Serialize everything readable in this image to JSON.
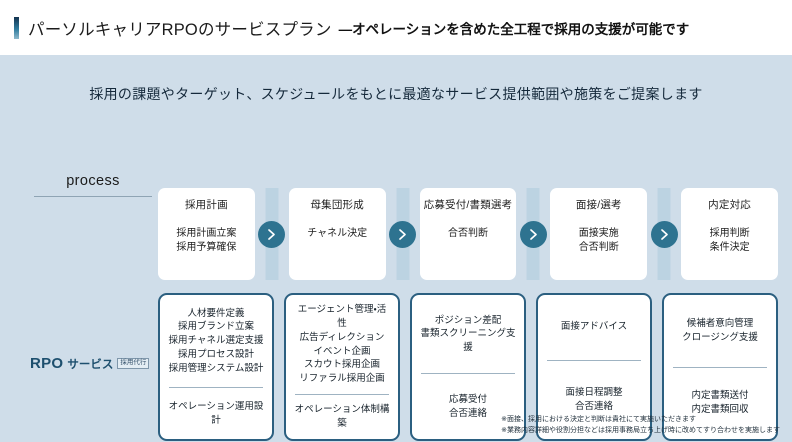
{
  "header": {
    "title_main": "パーソルキャリアRPOのサービスプラン",
    "title_sub": "―オペレーションを含めた全工程で採用の支援が可能です",
    "accent_color": "#2f7c9e"
  },
  "panel": {
    "background_color": "#cfdde9",
    "subtitle": "採用の課題やターゲット、スケジュールをもとに最適なサービス提供範囲や施策をご提案します"
  },
  "rail": {
    "process_label": "process",
    "rpo_strong": "RPO",
    "rpo_word": "サービス",
    "rpo_badge": "採用代行"
  },
  "process": {
    "connector_color": "#2e7390",
    "cards": [
      {
        "head": "採用計画",
        "body": "採用計画立案\n採用予算確保"
      },
      {
        "head": "母集団形成",
        "body": "チャネル決定"
      },
      {
        "head": "応募受付/書類選考",
        "body": "合否判断"
      },
      {
        "head": "面接/選考",
        "body": "面接実施\n合否判断"
      },
      {
        "head": "内定対応",
        "body": "採用判断\n条件決定"
      }
    ]
  },
  "services": {
    "border_color": "#2b5f80",
    "boxes": [
      {
        "top": "人材要件定義\n採用ブランド立案\n採用チャネル選定支援\n採用プロセス設計\n採用管理システム設計",
        "bottom": "オペレーション運用設計"
      },
      {
        "top": "エージェント管理・活性\n広告ディレクション\nイベント企画\nスカウト採用企画\nリファラル採用企画",
        "bottom": "オペレーション体制構築"
      },
      {
        "top": "ポジション差配\n書類スクリーニング支援",
        "bottom": "応募受付\n合否連絡"
      },
      {
        "top": "面接アドバイス",
        "bottom": "面接日程調整\n合否連絡"
      },
      {
        "top": "候補者意向管理\nクロージング支援",
        "bottom": "内定書類送付\n内定書類回収"
      }
    ]
  },
  "footnotes": [
    "※面接、採用における決定と判断は貴社にて実施いただきます",
    "※業務内容詳細や役割分担などは採用事務局立ち上げ時に改めてすり合わせを実施します"
  ]
}
